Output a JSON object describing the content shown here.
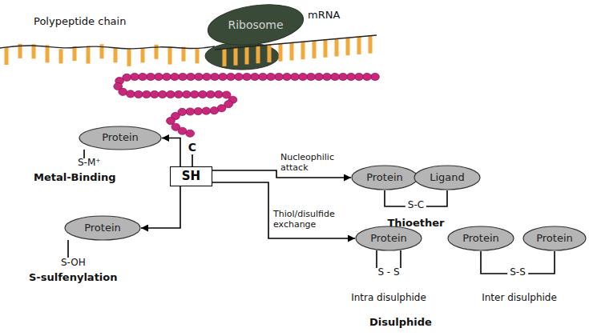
{
  "diagram": {
    "nodes": [
      {
        "text": [
          "Ribosome"
        ]
      },
      {
        "text": [
          "SH"
        ]
      },
      {
        "text": [
          "Protein"
        ]
      },
      {
        "text": [
          "Protein"
        ]
      },
      {
        "text": [
          "Protein"
        ]
      },
      {
        "text": [
          "Ligand"
        ]
      },
      {
        "text": [
          "Protein"
        ]
      },
      {
        "text": [
          "Protein"
        ]
      },
      {
        "text": [
          "Protein"
        ]
      }
    ],
    "edges": [
      {
        "from": 1,
        "to": 2,
        "arrow": "to"
      },
      {
        "from": 1,
        "to": 3,
        "arrow": "to"
      },
      {
        "from": 1,
        "to": 4,
        "label": "Nucleophilic attack",
        "arrow": "to"
      },
      {
        "from": 1,
        "to": 6,
        "label": "Thiol/disulfide exchange",
        "arrow": "to"
      },
      {
        "from": 4,
        "to": 5,
        "label": "S-C",
        "arrow": "none"
      },
      {
        "from": 7,
        "to": 8,
        "label": "S-S",
        "arrow": "none"
      }
    ],
    "labels": [
      "Polypeptide chain",
      "mRNA",
      "C",
      "S-M⁺",
      "Metal-Binding",
      "S-OH",
      "S-sulfenylation",
      "Thioether",
      "S - S",
      "Intra disulphide",
      "Inter disulphide",
      "Disulphide"
    ]
  }
}
